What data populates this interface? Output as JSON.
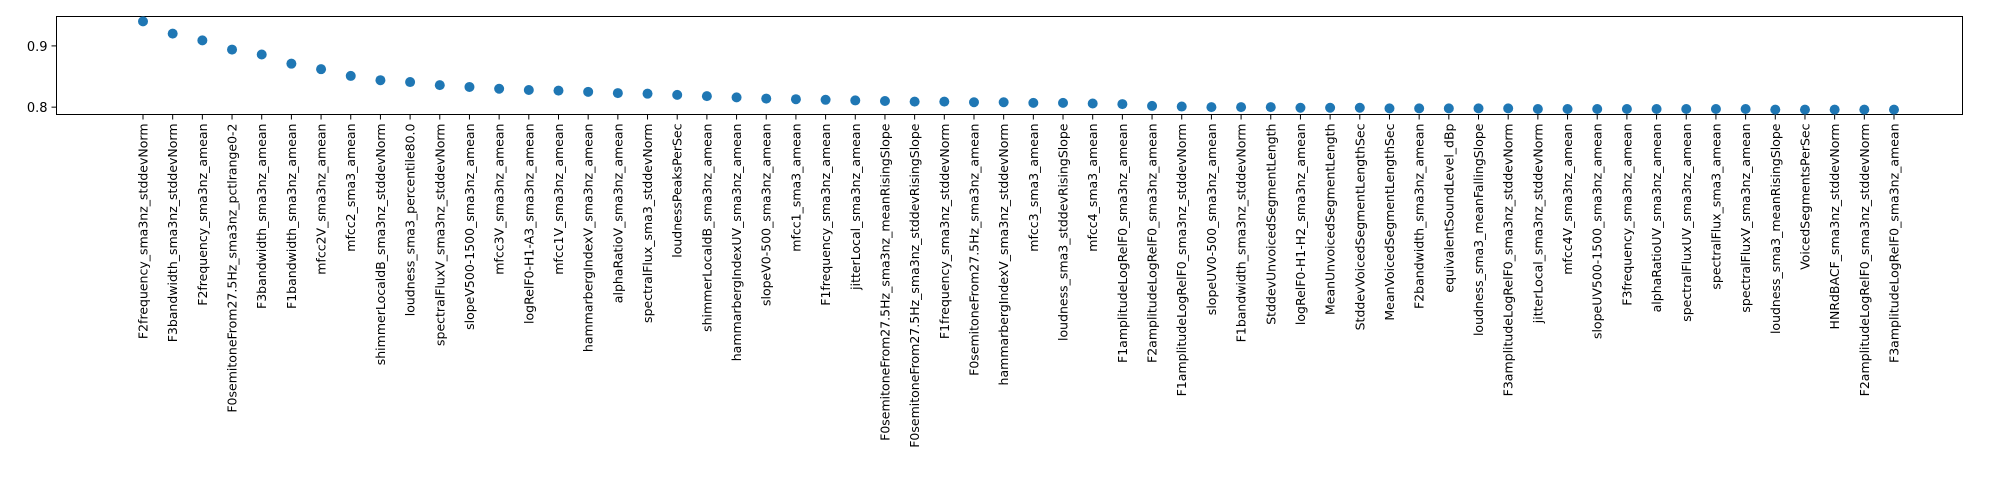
{
  "chart_data": {
    "type": "scatter",
    "title": "",
    "xlabel": "",
    "ylabel": "",
    "ylim": [
      0.788,
      0.948
    ],
    "y_ticks": [
      0.8,
      0.9
    ],
    "grid": false,
    "marker_color": "#1f77b4",
    "categories": [
      "F2frequency_sma3nz_stddevNorm",
      "F3bandwidth_sma3nz_stddevNorm",
      "F2frequency_sma3nz_amean",
      "F0semitoneFrom27.5Hz_sma3nz_pctlrange0-2",
      "F3bandwidth_sma3nz_amean",
      "F1bandwidth_sma3nz_amean",
      "mfcc2V_sma3nz_amean",
      "mfcc2_sma3_amean",
      "shimmerLocaldB_sma3nz_stddevNorm",
      "loudness_sma3_percentile80.0",
      "spectralFluxV_sma3nz_stddevNorm",
      "slopeV500-1500_sma3nz_amean",
      "mfcc3V_sma3nz_amean",
      "logRelF0-H1-A3_sma3nz_amean",
      "mfcc1V_sma3nz_amean",
      "hammarbergIndexV_sma3nz_amean",
      "alphaRatioV_sma3nz_amean",
      "spectralFlux_sma3_stddevNorm",
      "loudnessPeaksPerSec",
      "shimmerLocaldB_sma3nz_amean",
      "hammarbergIndexUV_sma3nz_amean",
      "slopeV0-500_sma3nz_amean",
      "mfcc1_sma3_amean",
      "F1frequency_sma3nz_amean",
      "jitterLocal_sma3nz_amean",
      "F0semitoneFrom27.5Hz_sma3nz_meanRisingSlope",
      "F0semitoneFrom27.5Hz_sma3nz_stddevRisingSlope",
      "F1frequency_sma3nz_stddevNorm",
      "F0semitoneFrom27.5Hz_sma3nz_amean",
      "hammarbergIndexV_sma3nz_stddevNorm",
      "mfcc3_sma3_amean",
      "loudness_sma3_stddevRisingSlope",
      "mfcc4_sma3_amean",
      "F1amplitudeLogRelF0_sma3nz_amean",
      "F2amplitudeLogRelF0_sma3nz_amean",
      "F1amplitudeLogRelF0_sma3nz_stddevNorm",
      "slopeUV0-500_sma3nz_amean",
      "F1bandwidth_sma3nz_stddevNorm",
      "StddevUnvoicedSegmentLength",
      "logRelF0-H1-H2_sma3nz_amean",
      "MeanUnvoicedSegmentLength",
      "StddevVoicedSegmentLengthSec",
      "MeanVoicedSegmentLengthSec",
      "F2bandwidth_sma3nz_amean",
      "equivalentSoundLevel_dBp",
      "loudness_sma3_meanFallingSlope",
      "F3amplitudeLogRelF0_sma3nz_stddevNorm",
      "jitterLocal_sma3nz_stddevNorm",
      "mfcc4V_sma3nz_amean",
      "slopeUV500-1500_sma3nz_amean",
      "F3frequency_sma3nz_amean",
      "alphaRatioUV_sma3nz_amean",
      "spectralFluxUV_sma3nz_amean",
      "spectralFlux_sma3_amean",
      "spectralFluxV_sma3nz_amean",
      "loudness_sma3_meanRisingSlope",
      "VoicedSegmentsPerSec",
      "HNRdBACF_sma3nz_stddevNorm",
      "F2amplitudeLogRelF0_sma3nz_stddevNorm",
      "F3amplitudeLogRelF0_sma3nz_amean"
    ],
    "values": [
      0.94,
      0.92,
      0.909,
      0.894,
      0.886,
      0.871,
      0.862,
      0.851,
      0.844,
      0.841,
      0.836,
      0.833,
      0.83,
      0.828,
      0.827,
      0.825,
      0.823,
      0.822,
      0.82,
      0.818,
      0.816,
      0.814,
      0.813,
      0.812,
      0.811,
      0.81,
      0.809,
      0.809,
      0.808,
      0.808,
      0.807,
      0.807,
      0.806,
      0.805,
      0.802,
      0.801,
      0.8,
      0.8,
      0.8,
      0.799,
      0.799,
      0.799,
      0.798,
      0.798,
      0.798,
      0.798,
      0.798,
      0.797,
      0.797,
      0.797,
      0.797,
      0.797,
      0.797,
      0.797,
      0.797,
      0.796,
      0.796,
      0.796,
      0.796,
      0.796
    ]
  }
}
